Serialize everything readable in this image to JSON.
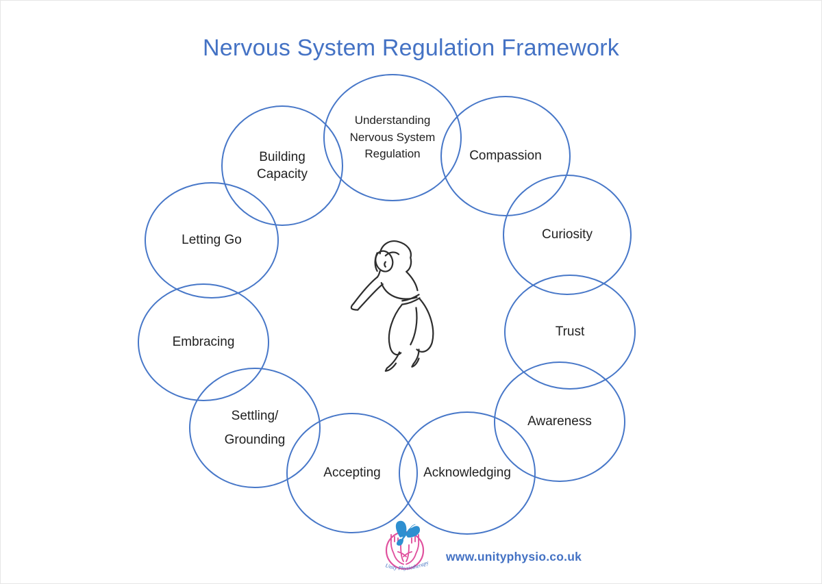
{
  "title": "Nervous System Regulation Framework",
  "circles": [
    {
      "id": "understanding",
      "label": "Understanding\nNervous System\nRegulation"
    },
    {
      "id": "compassion",
      "label": "Compassion"
    },
    {
      "id": "curiosity",
      "label": "Curiosity"
    },
    {
      "id": "trust",
      "label": "Trust"
    },
    {
      "id": "awareness",
      "label": "Awareness"
    },
    {
      "id": "acknowledging",
      "label": "Acknowledging"
    },
    {
      "id": "accepting",
      "label": "Accepting"
    },
    {
      "id": "settling_grounding",
      "label": "Settling/\nGrounding"
    },
    {
      "id": "embracing",
      "label": "Embracing"
    },
    {
      "id": "letting_go",
      "label": "Letting Go"
    },
    {
      "id": "building_capacity",
      "label": "Building\nCapacity"
    }
  ],
  "center_figure": {
    "icon": "dancing-person-line-art"
  },
  "footer": {
    "logo_text": "Unity Physiotherapy",
    "website": "www.unityphysio.co.uk"
  },
  "colors": {
    "accent_blue": "#4472C4",
    "circle_stroke": "#4777C8",
    "label_text": "#212121",
    "logo_pink": "#E0519E",
    "logo_blue": "#2E8FD0"
  }
}
